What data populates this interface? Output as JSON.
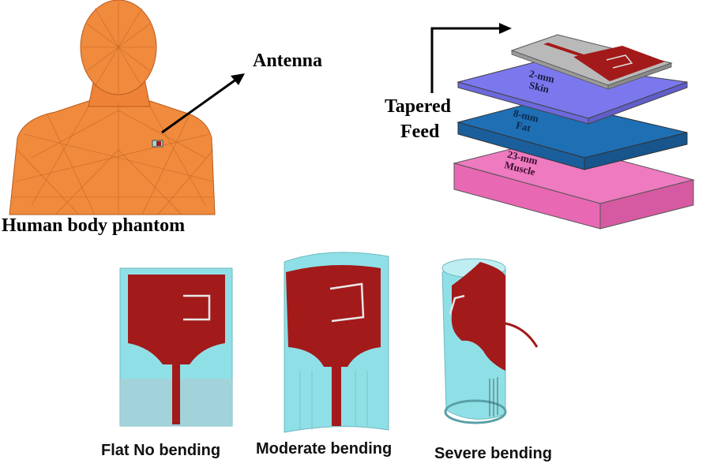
{
  "labels": {
    "antenna": "Antenna",
    "phantom": "Human body phantom",
    "tapered_line1": "Tapered",
    "tapered_line2": "Feed"
  },
  "layers": [
    {
      "thickness": "2-mm",
      "tissue": "Skin",
      "color": "#7b78ee"
    },
    {
      "thickness": "8-mm",
      "tissue": "Fat",
      "color": "#1f6fb5"
    },
    {
      "thickness": "23-mm",
      "tissue": "Muscle",
      "color": "#ee7ac0"
    }
  ],
  "bending": {
    "flat": "Flat No bending",
    "moderate": "Moderate bending",
    "severe": "Severe bending"
  },
  "colors": {
    "body": "#f08a3c",
    "patch": "#a31a1a",
    "substrate": "#8fe0e6",
    "board": "#b9b9b9"
  }
}
